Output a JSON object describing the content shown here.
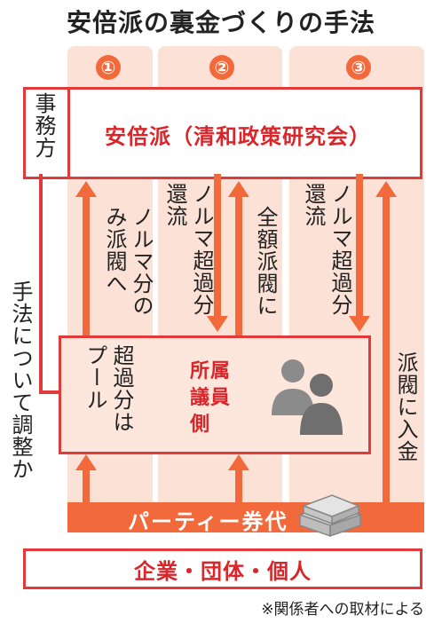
{
  "title": "安倍派の裏金づくりの手法",
  "steps": [
    "①",
    "②",
    "③"
  ],
  "top": {
    "office": "事務方",
    "faction": "安倍派（清和政策研究会）"
  },
  "middle": {
    "pool": "超過分はプール",
    "members": "所属議員側"
  },
  "flows": {
    "return_excess_1": "ノルマ分のみ派閥へ",
    "return_excess_2": "ノルマ超過分還流",
    "all_to_faction": "全額派閥に",
    "return_excess_3": "ノルマ超過分還流",
    "deposit": "派閥に入金",
    "coordinate": "手法について調整か"
  },
  "bottom": {
    "tickets": "パーティー券代",
    "buyers": "企業・団体・個人"
  },
  "note": "※関係者への取材による",
  "colors": {
    "accent": "#f26a3c",
    "red": "#d9262b",
    "pink": "#fbe1d6"
  }
}
